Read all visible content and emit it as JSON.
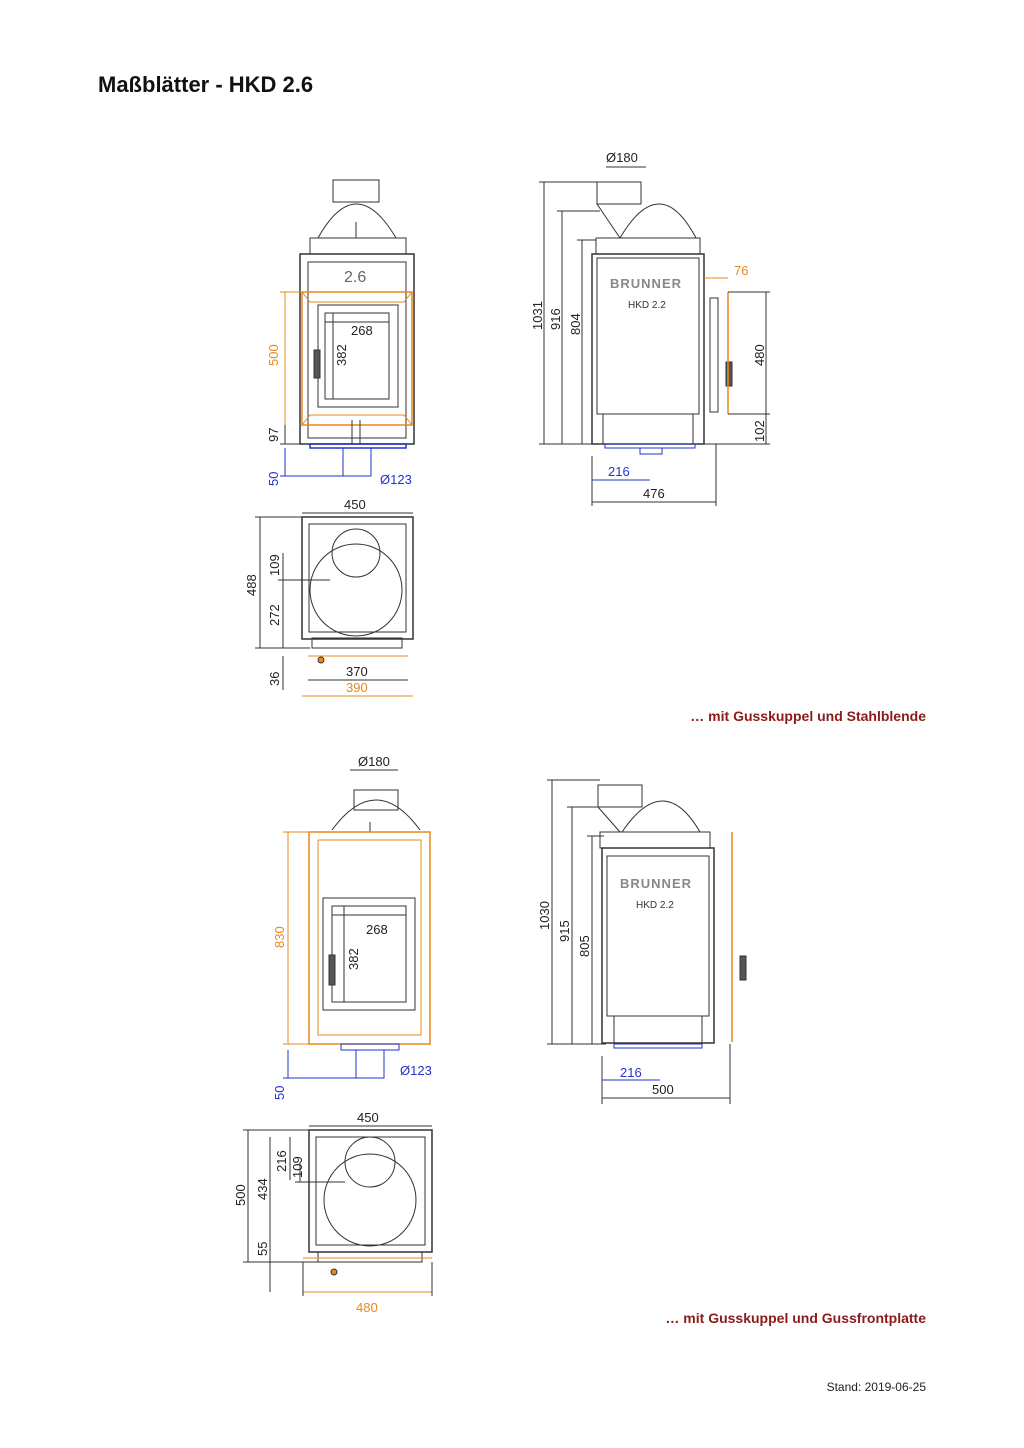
{
  "title": "Maßblätter - HKD 2.6",
  "captions": {
    "top": "… mit Gusskuppel und Stahlblende",
    "bottom": "… mit Gusskuppel und Gussfrontplatte"
  },
  "stand": "Stand: 2019-06-25",
  "colors": {
    "dimension": "#222222",
    "frame": "#e8891c",
    "flue": "#2233cc",
    "caption": "#8b1a1a"
  },
  "drawing1": {
    "front": {
      "badge": "2.6",
      "door_w": "268",
      "door_h": "382",
      "frame_h": "500",
      "base": "97",
      "flue_h": "50",
      "flue_d": "Ø123"
    },
    "side": {
      "top_d": "Ø180",
      "h1": "1031",
      "h2": "916",
      "h3": "804",
      "depth_offset": "76",
      "handle_h": "480",
      "base_h": "102",
      "flue_x": "216",
      "width": "476",
      "logo": "BRUNNER",
      "model": "HKD 2.2"
    },
    "plan": {
      "width": "450",
      "depth": "488",
      "d1": "109",
      "d2": "272",
      "d3": "36",
      "w1": "370",
      "w2": "390"
    }
  },
  "drawing2": {
    "front": {
      "top_d": "Ø180",
      "door_w": "268",
      "door_h": "382",
      "frame_h": "830",
      "flue_h": "50",
      "flue_d": "Ø123"
    },
    "side": {
      "h1": "1030",
      "h2": "915",
      "h3": "805",
      "flue_x": "216",
      "width": "500",
      "logo": "BRUNNER",
      "model": "HKD 2.2"
    },
    "plan": {
      "width": "450",
      "d1": "500",
      "d2": "434",
      "d3": "216",
      "d4": "109",
      "d5": "55",
      "w1": "480"
    }
  }
}
